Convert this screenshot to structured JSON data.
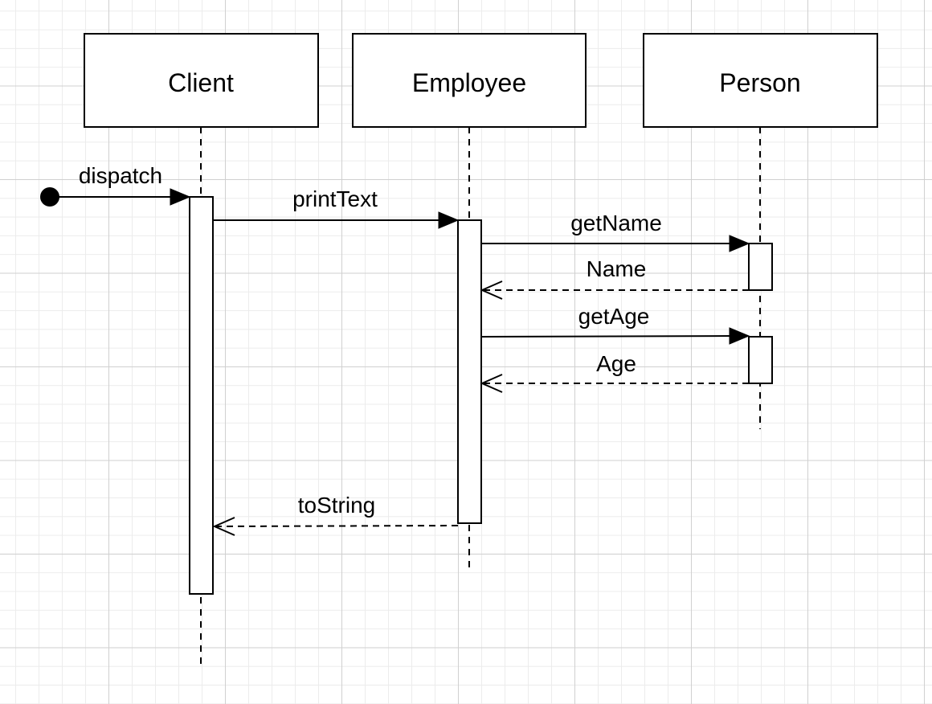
{
  "participants": [
    {
      "id": "client",
      "label": "Client"
    },
    {
      "id": "employee",
      "label": "Employee"
    },
    {
      "id": "person",
      "label": "Person"
    }
  ],
  "messages": [
    {
      "id": "dispatch",
      "label": "dispatch",
      "type": "found",
      "line": "solid",
      "head": "filled"
    },
    {
      "id": "printText",
      "label": "printText",
      "from": "Client",
      "to": "Employee",
      "line": "solid",
      "head": "filled"
    },
    {
      "id": "getName",
      "label": "getName",
      "from": "Employee",
      "to": "Person",
      "line": "solid",
      "head": "filled"
    },
    {
      "id": "name",
      "label": "Name",
      "from": "Person",
      "to": "Employee",
      "line": "dashed",
      "head": "open"
    },
    {
      "id": "getAge",
      "label": "getAge",
      "from": "Employee",
      "to": "Person",
      "line": "solid",
      "head": "filled"
    },
    {
      "id": "age",
      "label": "Age",
      "from": "Person",
      "to": "Employee",
      "line": "dashed",
      "head": "open"
    },
    {
      "id": "toString",
      "label": "toString",
      "from": "Employee",
      "to": "Client",
      "line": "dashed",
      "head": "open"
    }
  ],
  "colors": {
    "stroke": "#000000",
    "fill": "#ffffff",
    "grid_major": "#d0d0d0",
    "grid_minor": "#ececec"
  }
}
